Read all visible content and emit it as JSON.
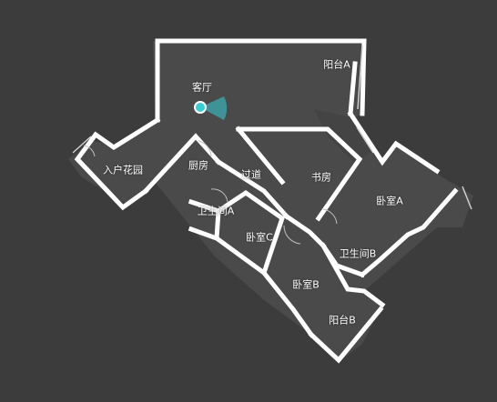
{
  "map": {
    "background": "#3c3c3d",
    "floor_color": "#4a4a4b",
    "wall_color": "#ffffff",
    "marker_color": "#35d0d6",
    "marker_icon": "viewpoint-marker-icon",
    "rooms": [
      {
        "id": "living-room",
        "label": "客厅"
      },
      {
        "id": "balcony-a",
        "label": "阳台A"
      },
      {
        "id": "entry-garden",
        "label": "入户花园"
      },
      {
        "id": "kitchen",
        "label": "厨房"
      },
      {
        "id": "corridor",
        "label": "过道"
      },
      {
        "id": "study",
        "label": "书房"
      },
      {
        "id": "bedroom-a",
        "label": "卧室A"
      },
      {
        "id": "bathroom-a",
        "label": "卫生间A"
      },
      {
        "id": "bedroom-c",
        "label": "卧室C"
      },
      {
        "id": "bathroom-b",
        "label": "卫生间B"
      },
      {
        "id": "bedroom-b",
        "label": "卧室B"
      },
      {
        "id": "balcony-b",
        "label": "阳台B"
      }
    ]
  }
}
